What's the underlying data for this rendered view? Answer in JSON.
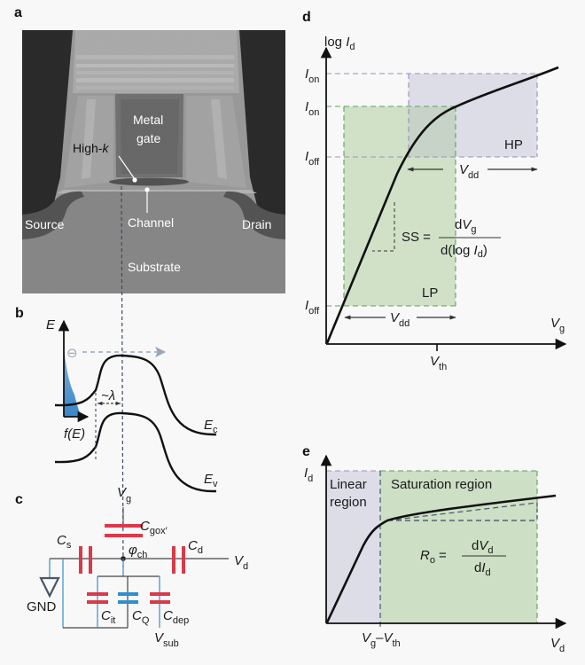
{
  "colors": {
    "background": "#f8f8f8",
    "lp_fill": "#cddfc4",
    "lp_stroke": "#5aa35a",
    "hp_fill": "#dddde8",
    "hp_stroke": "#9b8fc0",
    "capacitor_red": "#d93a4a",
    "capacitor_blue": "#2f8fcf",
    "wire_blue": "#3a8cc8",
    "fermi_blue": "#4a90d0",
    "electron_gray": "#9aa6bb",
    "guide_dash": "#3b4a66"
  },
  "panel_a": {
    "label": "a",
    "labels": {
      "metal": "Metal",
      "gate": "gate",
      "high_k_prefix": "High-",
      "high_k_k": "k",
      "channel": "Channel",
      "source": "Source",
      "drain": "Drain",
      "substrate": "Substrate"
    }
  },
  "panel_b": {
    "label": "b",
    "energy_axis": "E",
    "distribution_f": "f",
    "distribution_arg": "(E)",
    "lambda": "~λ",
    "electron_symbol": "⊖",
    "ec_main": "E",
    "ec_sub": "c",
    "ev_main": "E",
    "ev_sub": "v"
  },
  "panel_c": {
    "label": "c",
    "vg_main": "V",
    "vg_sub": "g",
    "cgox_main": "C",
    "cgox_sub": "gox′",
    "cs_main": "C",
    "cs_sub": "s",
    "cd_main": "C",
    "cd_sub": "d",
    "phi_main": "φ",
    "phi_sub": "ch",
    "vd_main": "V",
    "vd_sub": "d",
    "gnd": "GND",
    "cit_main": "C",
    "cit_sub": "it",
    "cq_main": "C",
    "cq_sub": "Q",
    "cdep_main": "C",
    "cdep_sub": "dep",
    "vsub_main": "V",
    "vsub_sub": "sub"
  },
  "panel_d": {
    "label": "d",
    "y_axis_main": "log ",
    "y_axis_it": "I",
    "y_axis_sub": "d",
    "x_axis_main": "V",
    "x_axis_sub": "g",
    "vth_main": "V",
    "vth_sub": "th",
    "ion_hp_main": "I",
    "ion_hp_sub": "on",
    "ion_lp_main": "I",
    "ion_lp_sub": "on",
    "ioff_hp_main": "I",
    "ioff_hp_sub": "off",
    "ioff_lp_main": "I",
    "ioff_lp_sub": "off",
    "hp_label": "HP",
    "lp_label": "LP",
    "vdd_hp_main": "V",
    "vdd_hp_sub": "dd",
    "vdd_lp_main": "V",
    "vdd_lp_sub": "dd",
    "ss_lhs": "SS =",
    "ss_num_d": "d",
    "ss_num_v": "V",
    "ss_num_sub": "g",
    "ss_den_pre": "d(log ",
    "ss_den_i": "I",
    "ss_den_sub": "d",
    "ss_den_post": ")"
  },
  "panel_e": {
    "label": "e",
    "y_axis_main": "I",
    "y_axis_sub": "d",
    "x_axis_main": "V",
    "x_axis_sub": "d",
    "linear_line1": "Linear",
    "linear_line2": "region",
    "saturation": "Saturation region",
    "tick_vg": "V",
    "tick_vg_sub": "g",
    "tick_dash": "–",
    "tick_vth": "V",
    "tick_vth_sub": "th",
    "ro_main": "R",
    "ro_sub": "o",
    "ro_eq": "=",
    "ro_num_d": "d",
    "ro_num_v": "V",
    "ro_num_sub": "d",
    "ro_den_d": "d",
    "ro_den_i": "I",
    "ro_den_sub": "d"
  }
}
